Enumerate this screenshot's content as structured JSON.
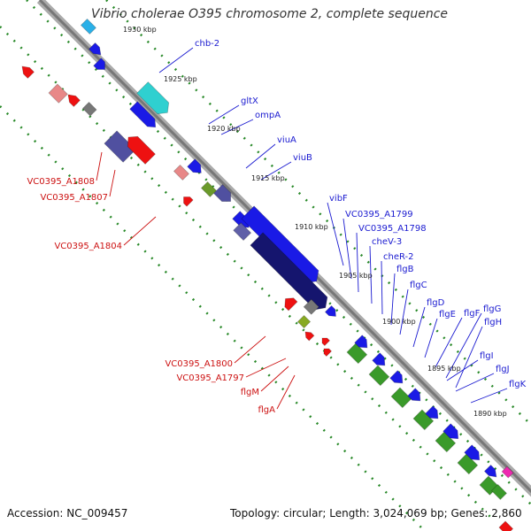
{
  "title": "Vibrio cholerae O395 chromosome 2, complete sequence",
  "footer": {
    "accession": "Accession: NC_009457",
    "topology": "Topology: circular; Length: 3,024,069 bp; Genes: 2,860"
  },
  "ticks": [
    "1930 kbp",
    "1925 kbp",
    "1920 kbp",
    "1915 kbp",
    "1910 kbp",
    "1905 kbp",
    "1900 kbp",
    "1895 kbp",
    "1890 kbp"
  ],
  "right_labels": [
    "chb-2",
    "gltX",
    "ompA",
    "viuA",
    "viuB",
    "vibF",
    "VC0395_A1799",
    "VC0395_A1798",
    "cheV-3",
    "cheR-2",
    "flgB",
    "flgC",
    "flgD",
    "flgE",
    "flgF",
    "flgG",
    "flgH",
    "flgI",
    "flgJ",
    "flgK"
  ],
  "left_labels": [
    "VC0395_A1808",
    "VC0395_A1807",
    "VC0395_A1804",
    "VC0395_A1800",
    "VC0395_A1797",
    "flgM",
    "flgA"
  ],
  "colors": {
    "forward_gene": "#1a1ae6",
    "reverse_gene": "#ee1111",
    "flagellar": "#3a9a2a",
    "navy": "#15156e",
    "cyan": "#22cccc",
    "backbone": "#8c8c8c",
    "label_right": "#1a1ad0",
    "label_left": "#cc1111",
    "tick_dots": "#2a8a2a"
  }
}
